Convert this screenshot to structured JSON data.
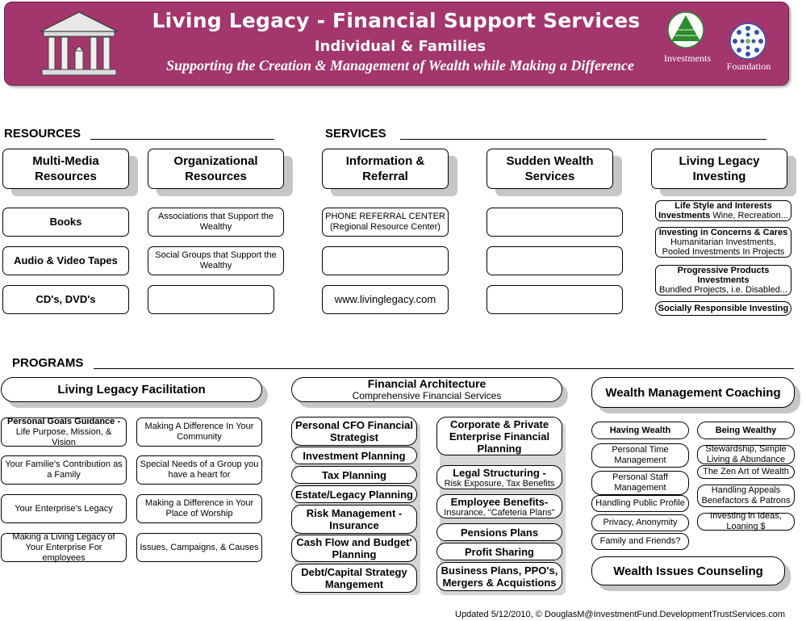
{
  "banner": {
    "title": "Living Legacy - Financial Support Services",
    "subtitle": "Individual & Families",
    "tagline": "Supporting the Creation & Management of Wealth while Making a Difference",
    "investments_label": "Investments",
    "foundation_label": "Foundation",
    "colors": {
      "banner": "#a2366d",
      "pyramid": "#2e8b2e",
      "foundation": "#3a4fb0"
    }
  },
  "resources": {
    "heading": "RESOURCES",
    "multimedia": {
      "title_1": "Multi-Media",
      "title_2": "Resources",
      "items": [
        "Books",
        "Audio & Video Tapes",
        "CD's, DVD's"
      ]
    },
    "organizational": {
      "title_1": "Organizational",
      "title_2": "Resources",
      "items": [
        "Associations that Support the Wealthy",
        "Social Groups that Support the Wealthy",
        ""
      ]
    }
  },
  "services": {
    "heading": "SERVICES",
    "info": {
      "title_1": "Information &",
      "title_2": "Referral",
      "items": [
        "PHONE REFERRAL CENTER",
        "(Regional Resource Center)",
        "",
        "www.livinglegacy.com"
      ]
    },
    "sudden": {
      "title_1": "Sudden Wealth",
      "title_2": "Services"
    },
    "investing": {
      "title_1": "Living Legacy",
      "title_2": "Investing",
      "items": [
        {
          "bold": "Life Style and Interests",
          "bold2": "Investments",
          "rest": " Wine, Recreation..."
        },
        {
          "bold": "Investing in Concerns & Cares",
          "l2": "Humanitarian Investments,",
          "l3": "Pooled Investments In Projects"
        },
        {
          "bold": "Progressive Products",
          "bold2": "Investments",
          "l3": "Bundled Projects, i.e. Disabled..."
        },
        {
          "bold": "Socially Responsible Investing"
        }
      ]
    }
  },
  "programs": {
    "heading": "PROGRAMS",
    "facilitation": {
      "title": "Living Legacy Facilitation",
      "left": [
        {
          "bold": "Personal Goals Guidance -",
          "rest": "Life Purpose, Mission, & Vision"
        },
        {
          "text": "Your Familie's Contribution as a Family"
        },
        {
          "text": "Your Enterprise's Legacy"
        },
        {
          "text": "Making a Living Legacy of Your Enterprise For employees"
        }
      ],
      "right": [
        "Making A Difference In Your Community",
        "Special Needs of a Group you have a heart for",
        "Making a Difference in Your Place of Worship",
        "Issues, Campaigns, & Causes"
      ]
    },
    "architecture": {
      "title": "Financial Architecture",
      "subtitle": "Comprehensive Financial Services",
      "left": [
        "Personal CFO Financial Strategist",
        "Investment Planning",
        "Tax Planning",
        "Estate/Legacy Planning",
        "Risk Management - Insurance",
        "Cash Flow and Budget' Planning",
        "Debt/Capital Strategy Mangement"
      ],
      "right": [
        {
          "bold": "Corporate & Private Enterprise Financial Planning"
        },
        {
          "bold": "Legal Structuring -",
          "rest": "Risk Exposure, Tax Benefits"
        },
        {
          "bold": "Employee Benefits-",
          "rest": "Insurance, \"Cafeteria Plans\""
        },
        {
          "bold": "Pensions Plans"
        },
        {
          "bold": "Profit Sharing"
        },
        {
          "bold": "Business Plans, PPO's, Mergers & Acquistions"
        }
      ]
    },
    "coaching": {
      "title": "Wealth Management Coaching",
      "having": {
        "title": "Having Wealth",
        "items": [
          "Personal Time Management",
          "Personal Staff Management",
          "Handling Public Profile",
          "Privacy, Anonymity",
          "Family and Friends?"
        ]
      },
      "being": {
        "title": "Being Wealthy",
        "items": [
          "Stewardship, Simple Living & Abundance",
          "The Zen Art of Wealth",
          "Handling Appeals Benefactors & Patrons",
          "Investing in Ideas, Loaning $"
        ]
      },
      "counseling": "Wealth Issues Counseling"
    }
  },
  "footer": "Updated 5/12/2010, © DouglasM@InvestmentFund.DevelopmentTrustServices.com"
}
